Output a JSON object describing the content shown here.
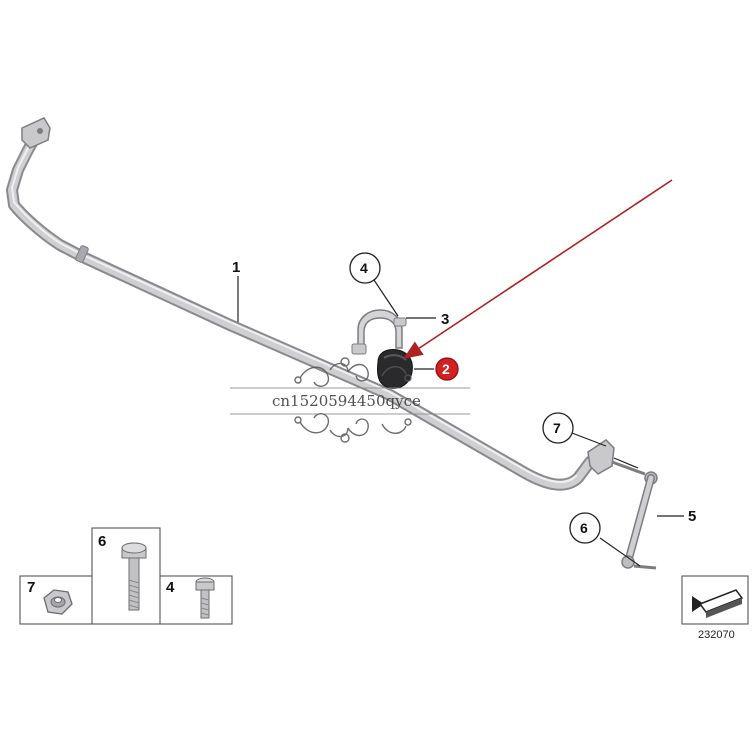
{
  "callouts": {
    "stabilizer_bar": "1",
    "rubber_mounting": "2",
    "bracket": "3",
    "bracket_screw": "4",
    "link_rod": "5",
    "link_bolt": "6",
    "link_nut": "7"
  },
  "legend": {
    "nut": "7",
    "bolt": "6",
    "screw": "4"
  },
  "watermark": "cn1520594450qyce",
  "figure_number": "232070",
  "colors": {
    "arrow": "#b02020",
    "highlight": "#d42020",
    "bar": "#c7c7c9"
  }
}
